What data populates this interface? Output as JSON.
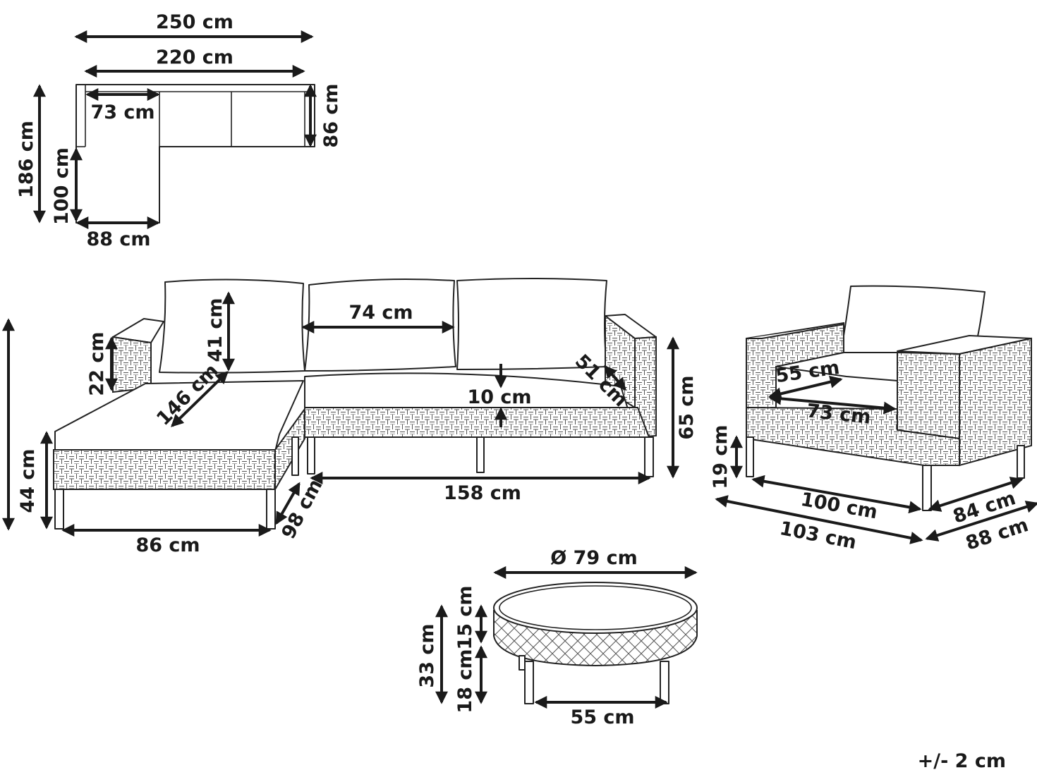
{
  "plan_view": {
    "overall_width": "250 cm",
    "back_width": "220 cm",
    "chaise_inner_width": "73 cm",
    "back_depth": "86 cm",
    "overall_depth": "186 cm",
    "chaise_length": "100 cm",
    "chaise_width": "88 cm"
  },
  "sofa_view": {
    "cushion_width": "74 cm",
    "cushion_height": "41 cm",
    "armrest_height": "22 cm",
    "chaise_diagonal": "146 cm",
    "arm_inner_depth": "51 cm",
    "seat_cushion_thickness": "10 cm",
    "sofa_height": "65 cm",
    "seat_height": "44 cm",
    "sofa_length": "158 cm",
    "chaise_width": "86 cm",
    "chaise_depth": "98 cm"
  },
  "chair_view": {
    "seat_depth": "55 cm",
    "seat_width": "73 cm",
    "leg_height": "19 cm",
    "inner_width": "100 cm",
    "outer_width": "103 cm",
    "inner_depth": "84 cm",
    "outer_depth": "88 cm"
  },
  "table_view": {
    "diameter": "Ø 79 cm",
    "total_height": "33 cm",
    "top_height": "15 cm",
    "leg_height": "18 cm",
    "leg_span": "55 cm"
  },
  "tolerance": "+/- 2 cm",
  "colors": {
    "line": "#1a1a1a",
    "background": "#ffffff"
  }
}
